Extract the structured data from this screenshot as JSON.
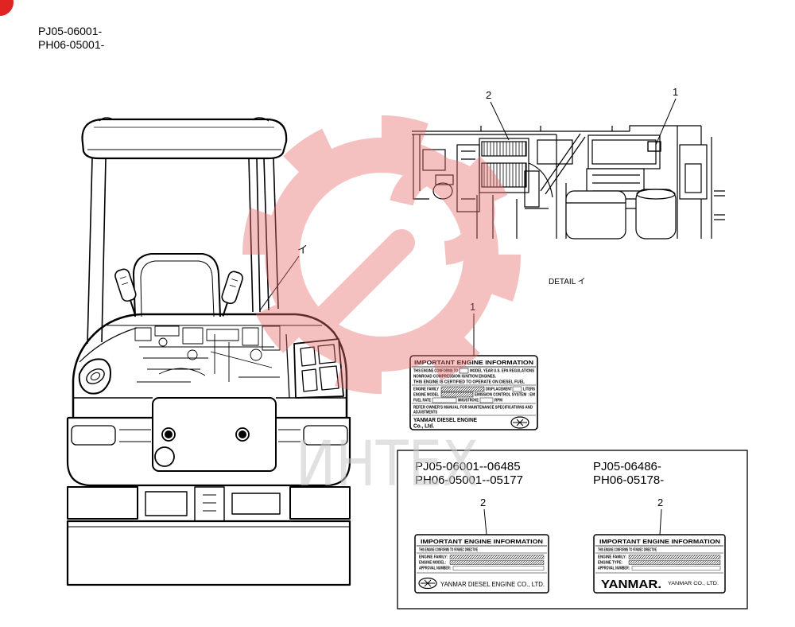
{
  "header": {
    "serial_range_1": "PJ05-06001-",
    "serial_range_2": "PH06-05001-"
  },
  "main_view": {
    "view_marker": "イ"
  },
  "detail_view": {
    "caption": "DETAIL イ",
    "callout_label_2": "2",
    "callout_label_1": "1"
  },
  "label_1": {
    "callout": "1",
    "title": "IMPORTANT ENGINE INFORMATION",
    "conform_prefix": "THIS ENGINE CONFORMS TO",
    "conform_suffix": "MODEL YEAR U.S. EPA REGULATIONS",
    "nonroad": "NONROAD COMPRESSION IGNITION ENGINES.",
    "certified": "THIS ENGINE IS CERTIFIED TO OPERATE ON DIESEL FUEL",
    "engine_family": "ENGINE FAMILY",
    "displacement": "DISPLACEMENT",
    "liters": "LITERS",
    "engine_model": "ENGINE MODEL",
    "emission": "EMISSION CONTROL SYSTEM : EM",
    "fuel_rate": "FUEL RATE",
    "stroke": "MM3/STROKE",
    "rpm": "RPM",
    "manual_1": "REFER OWNER'S MANUAL FOR MAINTENANCE SPECIFICATIONS AND",
    "manual_2": "ADJUSTMENTS",
    "maker": "YANMAR DIESEL ENGINE",
    "maker_suffix": "Co., Ltd."
  },
  "variants": {
    "early": {
      "serial_range_1": "PJ05-06001--06485",
      "serial_range_2": "PH06-05001--05177",
      "callout": "2",
      "label": {
        "title": "IMPORTANT ENGINE INFORMATION",
        "directive": "THIS ENGINE CONFORMS TO 97/68/EC DIRECTIVE",
        "row_1": "ENGINE FAMILY:",
        "row_2": "ENGINE MODEL:",
        "row_3": "APPROVAL NUMBER:",
        "maker": "YANMAR DIESEL ENGINE CO., LTD."
      }
    },
    "late": {
      "serial_range_1": "PJ05-06486-",
      "serial_range_2": "PH06-05178-",
      "callout": "2",
      "label": {
        "title": "IMPORTANT ENGINE INFORMATION",
        "directive": "THIS ENGINE CONFORMS TO 97/68/EC DIRECTIVE",
        "row_1": "ENGINE FAMILY:",
        "row_2": "ENGINE TYPE:",
        "row_3": "APPROVAL NUMBER:",
        "brand": "YANMAR.",
        "maker": "YANMAR CO., LTD."
      }
    }
  },
  "watermark": {
    "text": "ИНТЕХ"
  },
  "colors": {
    "line": "#000000",
    "watermark_red": "#e56b6b",
    "watermark_gray": "#c9c9c9",
    "corner_mark": "#e02424"
  }
}
